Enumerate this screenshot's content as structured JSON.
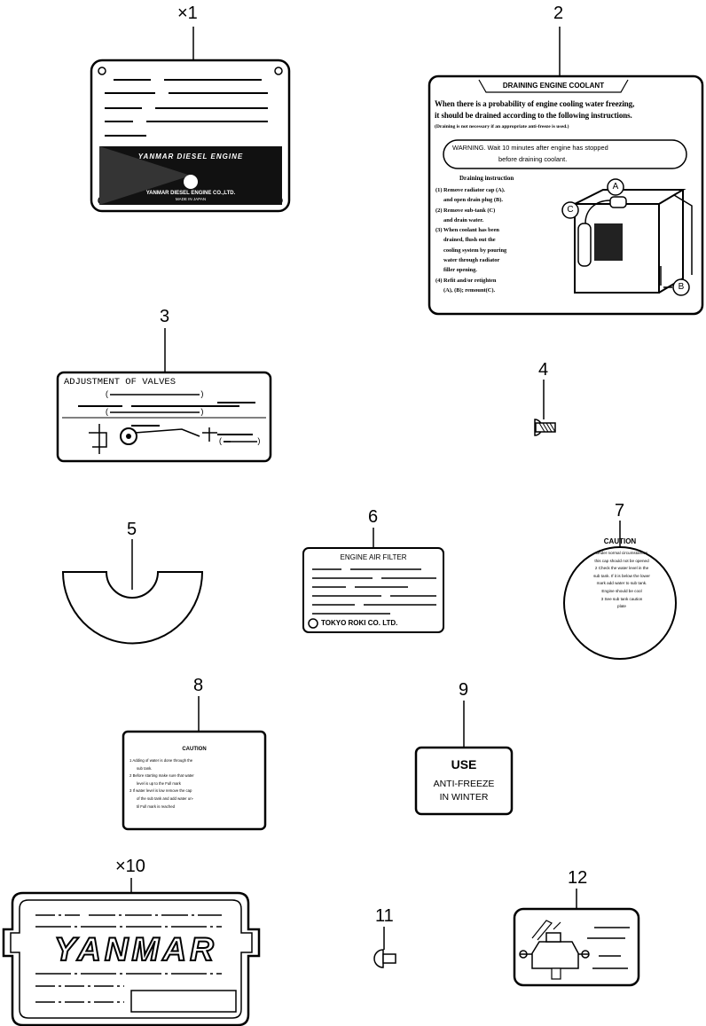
{
  "callouts": {
    "p1": "×1",
    "p2": "2",
    "p3": "3",
    "p4": "4",
    "p5": "5",
    "p6": "6",
    "p7": "7",
    "p8": "8",
    "p9": "9",
    "p10": "×10",
    "p11": "11",
    "p12": "12"
  },
  "plate1": {
    "brand": "YANMAR DIESEL ENGINE",
    "maker": "YANMAR DIESEL ENGINE CO.,LTD.",
    "origin": "MADE IN JAPAN"
  },
  "plate2": {
    "title": "DRAINING ENGINE COOLANT",
    "intro_1": "When there is a probability of engine cooling water freezing,",
    "intro_2": "it should be drained according to the following instructions.",
    "note": "(Draining is not necessary if an appropriate anti-freeze is used.)",
    "warning_1": "WARNING. Wait 10 minutes after engine has stopped",
    "warning_2": "before draining coolant.",
    "instr_head": "Draining instruction",
    "steps": [
      "(1) Remove radiator cap (A).",
      "and open drain plug (B).",
      "(2) Remove sub-tank (C)",
      "and drain water.",
      "(3) When coolant has been",
      "drained, flush out the",
      "cooling system by pouring",
      "water through radiator",
      "filler opening.",
      "(4) Refit and/or retighten",
      "(A), (B); remount(C)."
    ],
    "label_a": "A",
    "label_b": "B",
    "label_c": "C"
  },
  "plate3": {
    "title": "ADJUSTMENT OF VALVES"
  },
  "plate6": {
    "title": "ENGINE AIR FILTER",
    "maker": "TOKYO ROKI CO. LTD."
  },
  "plate7": {
    "title": "CAUTION",
    "lines": [
      "Under normal circumstances",
      "this cap should not be opened",
      "2 Check the water level in the",
      "sub tank. If it is below the lower",
      "mark add water to sub tank.",
      "Engine should be cool",
      "3 See sub tank caution",
      "plate"
    ]
  },
  "plate8": {
    "title": "CAUTION",
    "lines": [
      "1 Adding of water is done through the",
      "sub tank.",
      "2 Before starting make sure that water",
      "level is up to the Full mark",
      "3 If water level is low remove the cap",
      "of the sub tank and add water un-",
      "til Full mark is reached"
    ]
  },
  "plate9": {
    "line1": "USE",
    "line2": "ANTI-FREEZE",
    "line3": "IN WINTER"
  },
  "plate10": {
    "brand": "YANMAR"
  }
}
